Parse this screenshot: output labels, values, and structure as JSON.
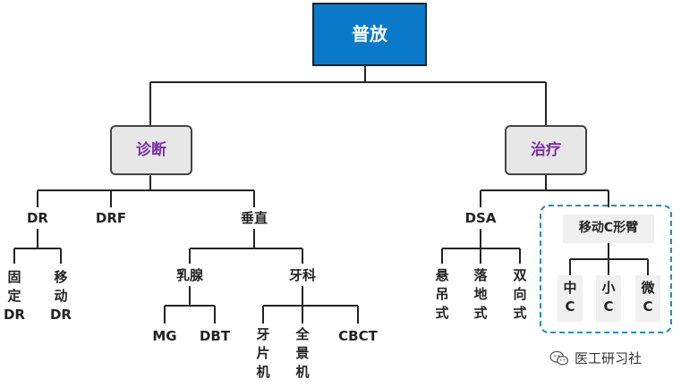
{
  "root": "普放",
  "diagnosis": {
    "label": "诊断",
    "dr": {
      "label": "DR",
      "fixed": [
        "固",
        "定",
        "DR"
      ],
      "mobile": [
        "移",
        "动",
        "DR"
      ]
    },
    "drf": "DRF",
    "vertical": {
      "label": "垂直",
      "breast": {
        "label": "乳腺",
        "mg": "MG",
        "dbt": "DBT"
      },
      "dental": {
        "label": "牙科",
        "periapical": [
          "牙",
          "片",
          "机"
        ],
        "panoramic": [
          "全",
          "景",
          "机"
        ],
        "cbct": "CBCT"
      }
    }
  },
  "treatment": {
    "label": "治疗",
    "dsa": {
      "label": "DSA",
      "ceiling": [
        "悬",
        "吊",
        "式"
      ],
      "floor": [
        "落",
        "地",
        "式"
      ],
      "dual": [
        "双",
        "向",
        "式"
      ]
    },
    "c_arm": {
      "label": "移动C形臂",
      "medium": [
        "中",
        "C"
      ],
      "small": [
        "小",
        "C"
      ],
      "micro": [
        "微",
        "C"
      ]
    }
  },
  "watermark": {
    "text": "医工研习社",
    "icon": "wechat-icon"
  },
  "colors": {
    "root_fill": "#0a79c9",
    "category_text": "#7b2fa6",
    "category_fill": "#e7e7e7",
    "dashed_border": "#2a88c8"
  }
}
